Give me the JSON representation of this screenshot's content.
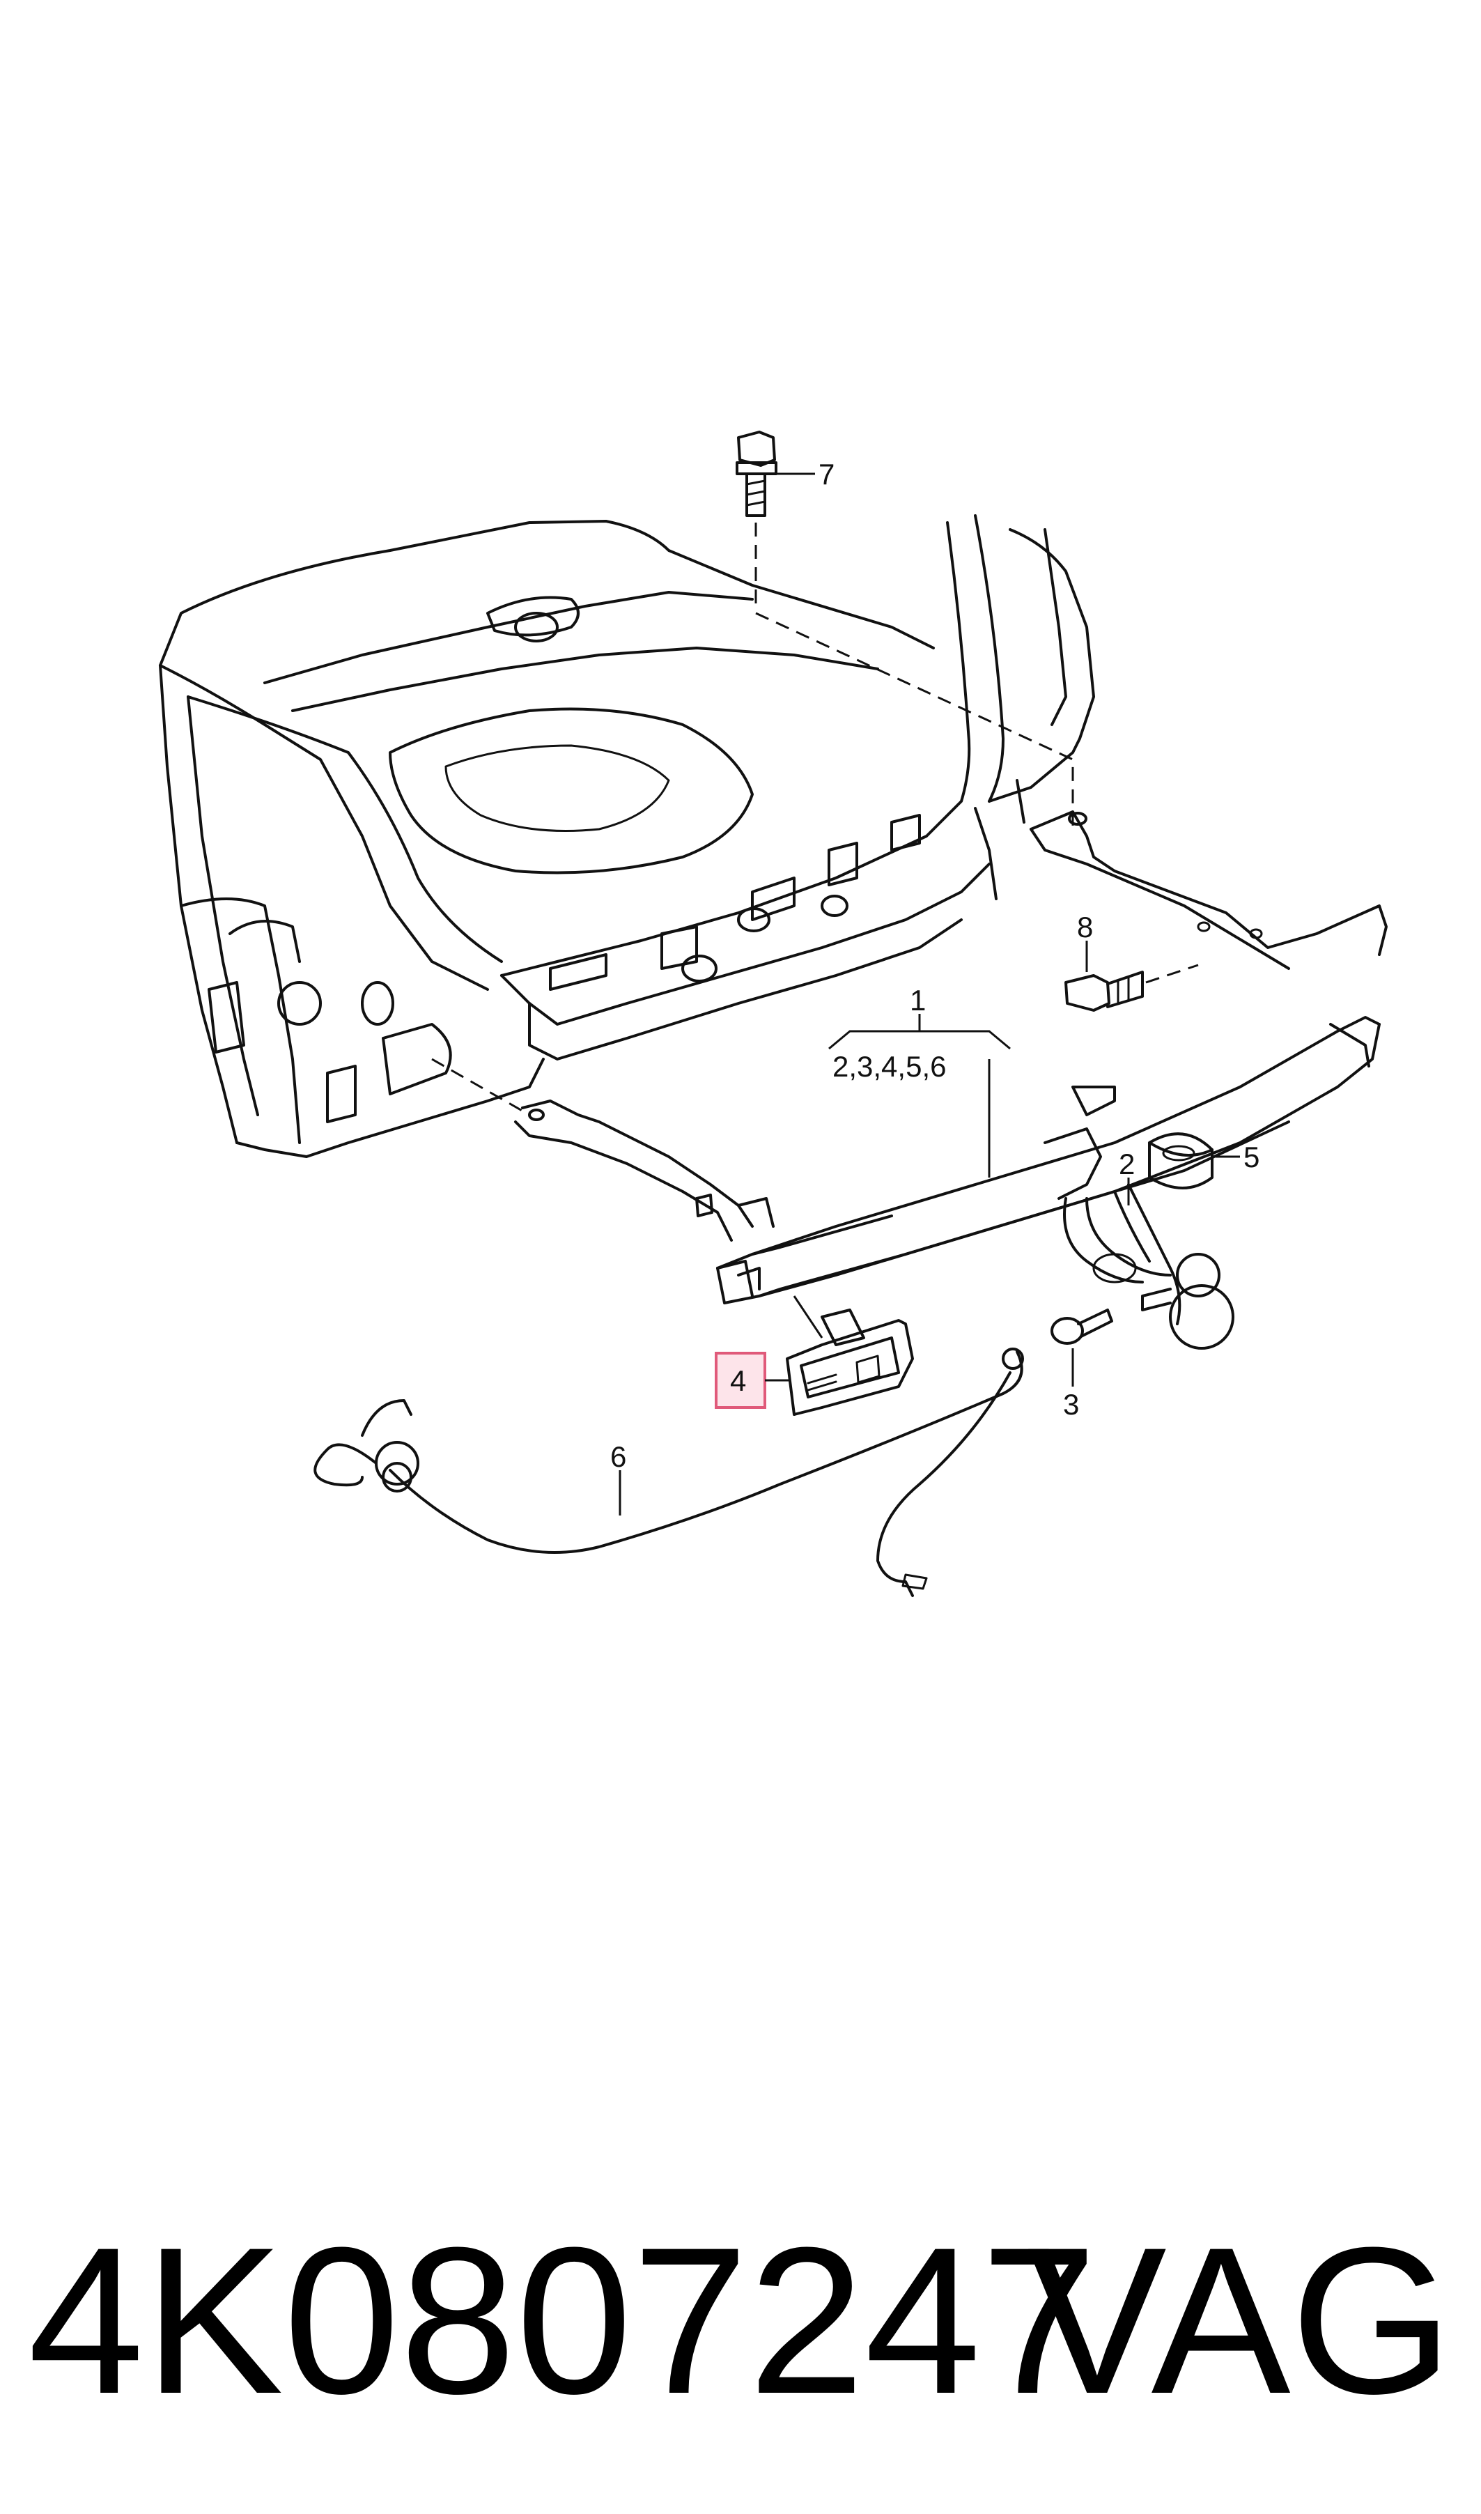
{
  "callouts": {
    "c1": "1",
    "c1_sub": "2,3,4,5,6",
    "c2": "2",
    "c3": "3",
    "c4": "4",
    "c5": "5",
    "c6": "6",
    "c7": "7",
    "c8": "8"
  },
  "highlight_color": "#e05a7a",
  "footer": {
    "part_number": "4K0807247",
    "brand": "VAG"
  }
}
